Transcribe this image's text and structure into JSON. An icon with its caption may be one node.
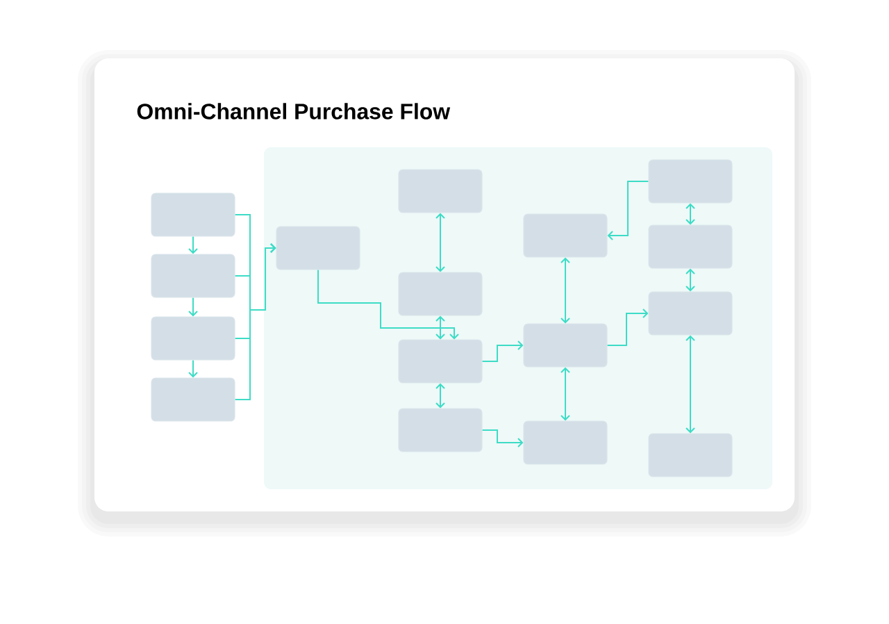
{
  "diagram": {
    "title": "Omni-Channel Purchase Flow",
    "nodes": [
      {
        "text": [],
        "shape": "box"
      },
      {
        "text": [],
        "shape": "box"
      },
      {
        "text": [],
        "shape": "box"
      },
      {
        "text": [],
        "shape": "box"
      },
      {
        "text": [],
        "shape": "box"
      },
      {
        "text": [],
        "shape": "box"
      },
      {
        "text": [],
        "shape": "box"
      },
      {
        "text": [],
        "shape": "box"
      },
      {
        "text": [],
        "shape": "box"
      },
      {
        "text": [],
        "shape": "box"
      },
      {
        "text": [],
        "shape": "box"
      },
      {
        "text": [],
        "shape": "box"
      },
      {
        "text": [],
        "shape": "box"
      },
      {
        "text": [],
        "shape": "box"
      },
      {
        "text": [],
        "shape": "box"
      },
      {
        "text": [],
        "shape": "box"
      }
    ],
    "edges": [
      {
        "from": 0,
        "to": 1,
        "arrow": "to"
      },
      {
        "from": 1,
        "to": 2,
        "arrow": "to"
      },
      {
        "from": 2,
        "to": 3,
        "arrow": "to"
      },
      {
        "from": 0,
        "to": 4,
        "arrow": "to"
      },
      {
        "from": 1,
        "to": 4,
        "arrow": "to"
      },
      {
        "from": 2,
        "to": 4,
        "arrow": "to"
      },
      {
        "from": 3,
        "to": 4,
        "arrow": "to"
      },
      {
        "from": 4,
        "to": 7,
        "arrow": "to"
      },
      {
        "from": 5,
        "to": 6,
        "arrow": "both"
      },
      {
        "from": 6,
        "to": 7,
        "arrow": "both"
      },
      {
        "from": 7,
        "to": 8,
        "arrow": "both"
      },
      {
        "from": 7,
        "to": 10,
        "arrow": "to"
      },
      {
        "from": 8,
        "to": 11,
        "arrow": "to"
      },
      {
        "from": 9,
        "to": 10,
        "arrow": "both"
      },
      {
        "from": 10,
        "to": 11,
        "arrow": "both"
      },
      {
        "from": 10,
        "to": 14,
        "arrow": "to"
      },
      {
        "from": 12,
        "to": 9,
        "arrow": "to"
      },
      {
        "from": 12,
        "to": 13,
        "arrow": "both"
      },
      {
        "from": 13,
        "to": 14,
        "arrow": "both"
      },
      {
        "from": 14,
        "to": 15,
        "arrow": "both"
      }
    ]
  }
}
